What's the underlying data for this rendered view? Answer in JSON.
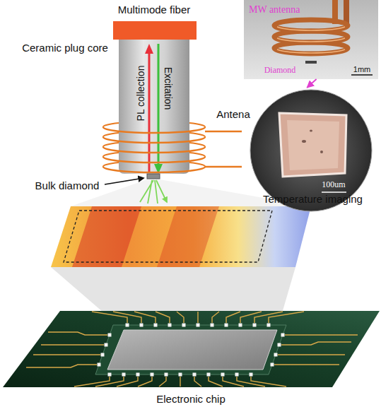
{
  "diagram": {
    "nodes": [
      {
        "text": [
          "Multimode fiber"
        ]
      },
      {
        "text": [
          "Ceramic plug core",
          "PL collection",
          "Excitation"
        ]
      },
      {
        "text": [
          "Temperature imaging"
        ]
      },
      {
        "text": [
          "Electronic chip"
        ]
      },
      {
        "text": [
          "MW antenna",
          "Diamond",
          "1mm"
        ]
      },
      {
        "text": [
          "100um"
        ]
      }
    ],
    "edges": [
      {
        "from": 4,
        "to": 5,
        "arrow": "to"
      }
    ],
    "labels": [
      "Antena",
      "Bulk diamond"
    ]
  }
}
